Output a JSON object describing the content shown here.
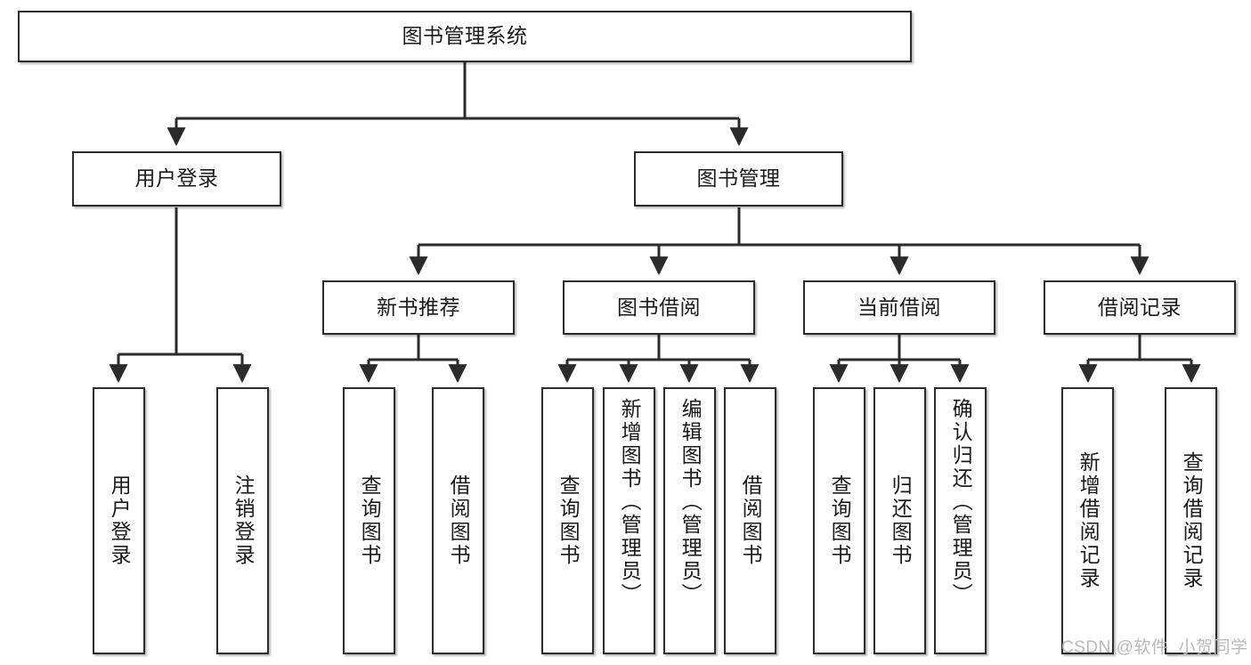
{
  "diagram": {
    "type": "tree-hierarchy",
    "title": "图书管理系统",
    "orientation": "top-down",
    "colors": {
      "node_border": "#2b2b2b",
      "node_fill": "#ffffff",
      "connector": "#2b2b2b",
      "text": "#1a1a1a",
      "watermark": "#b9b9b9"
    },
    "root": {
      "label": "图书管理系统"
    },
    "level2": [
      {
        "label": "用户登录"
      },
      {
        "label": "图书管理"
      }
    ],
    "level3": [
      {
        "label": "新书推荐"
      },
      {
        "label": "图书借阅"
      },
      {
        "label": "当前借阅"
      },
      {
        "label": "借阅记录"
      }
    ],
    "leaves": {
      "user_login": [
        {
          "label": "用户登录"
        },
        {
          "label": "注销登录"
        }
      ],
      "new_book_recommend": [
        {
          "label": "查询图书"
        },
        {
          "label": "借阅图书"
        }
      ],
      "book_borrow": [
        {
          "label": "查询图书"
        },
        {
          "label": "新增图书（管理员）"
        },
        {
          "label": "编辑图书（管理员）"
        },
        {
          "label": "借阅图书"
        }
      ],
      "current_borrow": [
        {
          "label": "查询图书"
        },
        {
          "label": "归还图书"
        },
        {
          "label": "确认归还（管理员）"
        }
      ],
      "borrow_record": [
        {
          "label": "新增借阅记录"
        },
        {
          "label": "查询借阅记录"
        }
      ]
    },
    "watermark": "CSDN @软件_小贺同学"
  }
}
